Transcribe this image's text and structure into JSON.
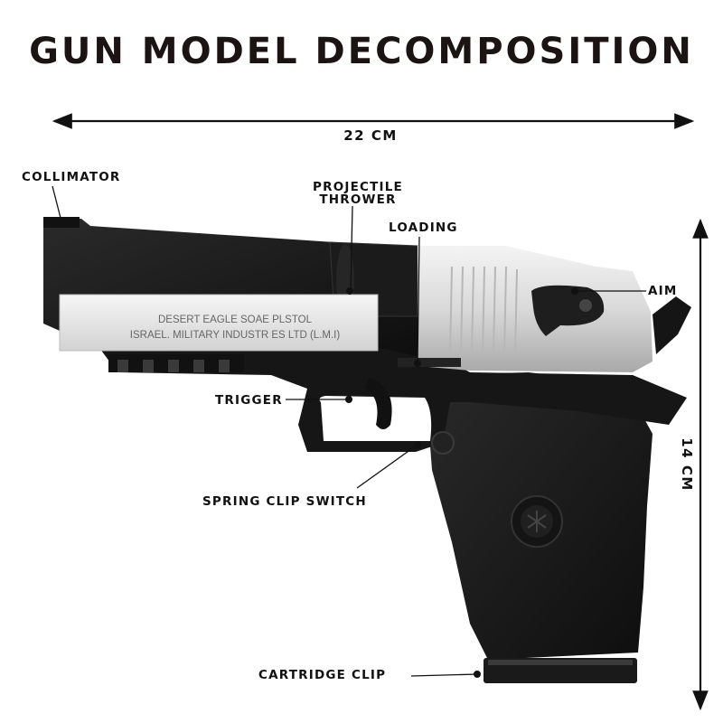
{
  "title": "GUN MODEL DECOMPOSITION",
  "dimensions": {
    "width": "22 CM",
    "height": "14 CM"
  },
  "labels": {
    "collimator": "COLLIMATOR",
    "projectile_line1": "PROJECTILE",
    "projectile_line2": "THROWER",
    "loading": "LOADING",
    "aim": "AIM",
    "trigger": "TRIGGER",
    "spring_clip_switch": "SPRING CLIP SWITCH",
    "cartridge_clip": "CARTRIDGE CLIP"
  },
  "engraving": {
    "line1": "DESERT EAGLE SOAE PLSTOL",
    "line2": "ISRAEL. MILITARY INDUSTR ES LTD (L.M.I)"
  },
  "colors": {
    "frame": "#1a1a1a",
    "slide_silver": "#d8d8d8",
    "text": "#111111"
  }
}
